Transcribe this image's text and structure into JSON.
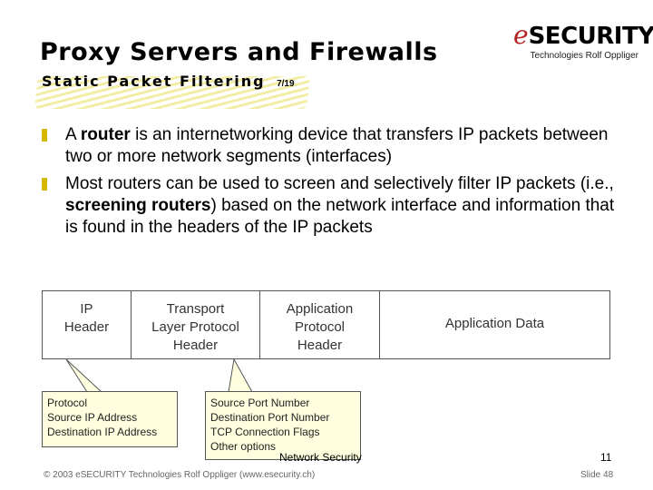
{
  "header": {
    "title": "Proxy Servers and Firewalls",
    "subtitle": "Static Packet Filtering",
    "slide_fraction": "7/19"
  },
  "logo": {
    "e": "e",
    "word": "SECURITY",
    "tagline": "Technologies Rolf Oppliger"
  },
  "bullets": [
    {
      "parts": [
        {
          "text": "A ",
          "bold": false
        },
        {
          "text": "router",
          "bold": true
        },
        {
          "text": " is an internetworking device that transfers IP packets between two or more network segments (interfaces)",
          "bold": false
        }
      ]
    },
    {
      "parts": [
        {
          "text": "Most routers can be used to screen and selectively filter IP packets (i.e., ",
          "bold": false
        },
        {
          "text": "screening routers",
          "bold": true
        },
        {
          "text": ") based on the network interface and information that is found in the headers of the IP packets",
          "bold": false
        }
      ]
    }
  ],
  "diagram": {
    "cells": [
      "IP\nHeader",
      "Transport\nLayer Protocol\nHeader",
      "Application\nProtocol\nHeader",
      "Application Data"
    ],
    "callout_ip": [
      "Protocol",
      "Source IP Address",
      "Destination IP Address"
    ],
    "callout_transport": [
      "Source Port Number",
      "Destination Port Number",
      "TCP Connection Flags",
      "Other options"
    ]
  },
  "footer": {
    "copyright": "© 2003 eSECURITY Technologies Rolf Oppliger (www.esecurity.ch)",
    "slide_label": "Slide 48",
    "overlay_course": "Network Security",
    "overlay_page": "11"
  },
  "colors": {
    "logo_e": "#b52020",
    "bullet_mark": "#d4b800",
    "callout_fill": "#ffffdf",
    "highlight_brush": "#e8dc5a"
  }
}
